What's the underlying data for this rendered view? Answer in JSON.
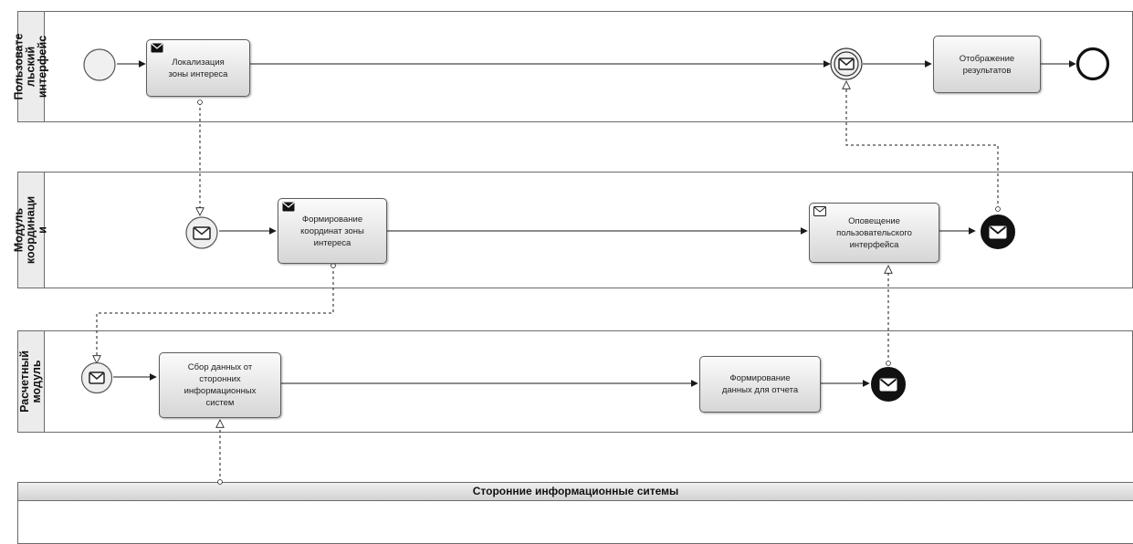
{
  "pools": {
    "user_interface": {
      "label": "Пользовате\nльский\nинтерфейс"
    },
    "coordination": {
      "label": "Модуль\nкоординаци\nи"
    },
    "calculation": {
      "label": "Расчетный\nмодуль"
    },
    "external": {
      "label": "Сторонние информационные ситемы"
    }
  },
  "tasks": {
    "localization": "Локализация\nзоны интереса",
    "display_results": "Отображение\nрезультатов",
    "form_coordinates": "Формирование\nкоординат зоны\nинтереса",
    "notify_ui": "Оповещение\nпользовательского\nинтерфейса",
    "collect_data": "Сбор данных от\nсторонних\nинформационных\nсистем",
    "form_report_data": "Формирование\nданных для отчета"
  },
  "colors": {
    "line": "#1a1a1a",
    "border": "#6b6b6b",
    "task_top": "#fbfbfb",
    "task_bottom": "#d6d6d6"
  }
}
